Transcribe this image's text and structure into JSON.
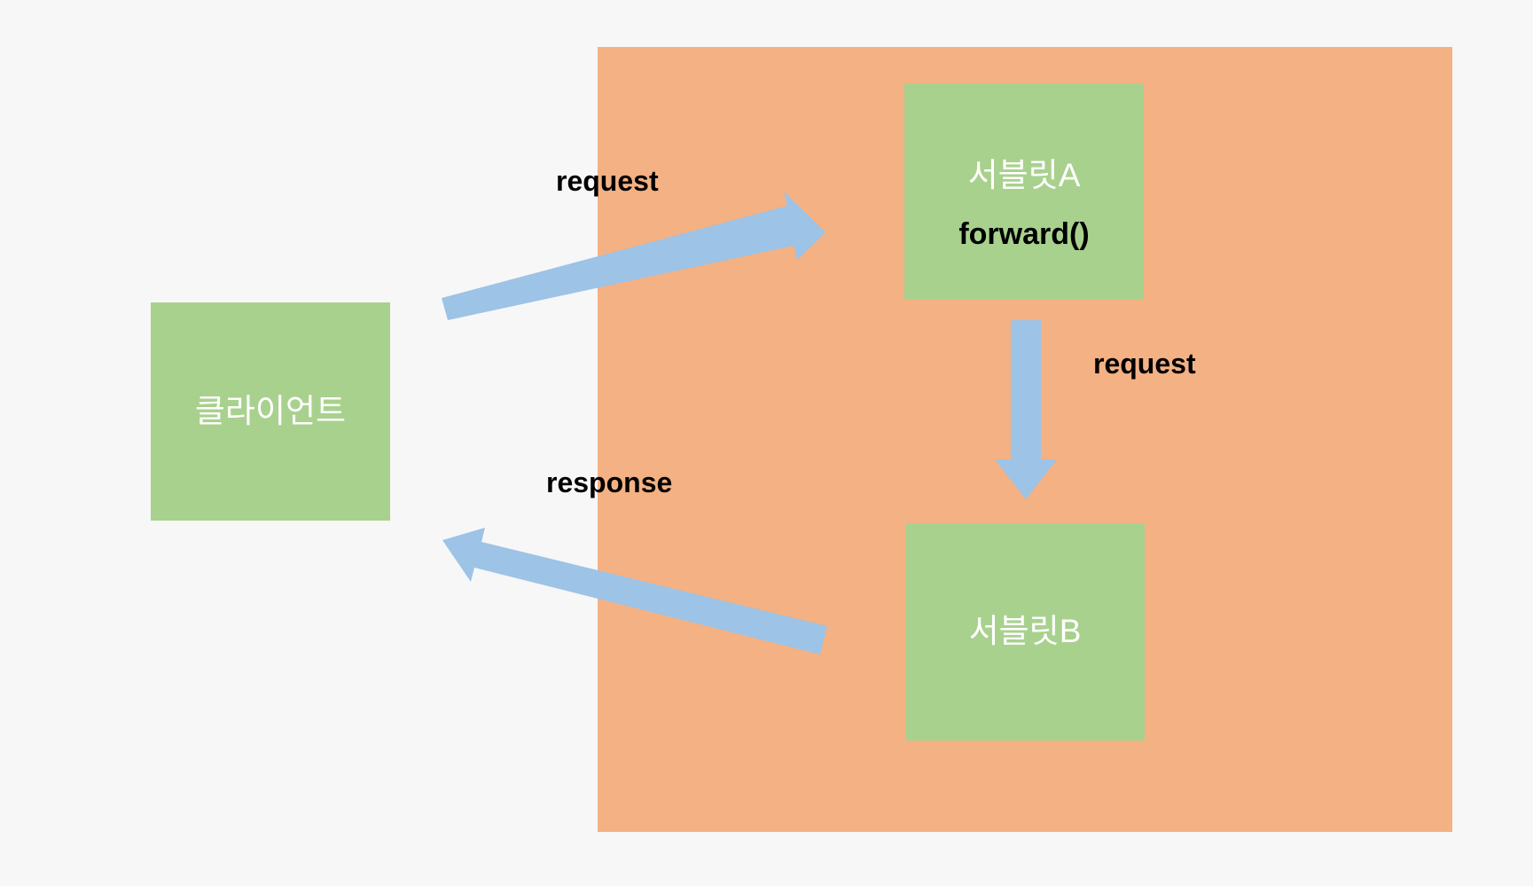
{
  "diagram": {
    "title": "Servlet forward() request/response flow",
    "colors": {
      "page_background": "#f7f7f7",
      "container_panel": "#f4b183",
      "node_fill": "#a9d18e",
      "node_text": "#ffffff",
      "arrow_fill": "#9dc3e6",
      "label_text": "#000000"
    },
    "nodes": [
      {
        "id": "client",
        "label": "클라이언트",
        "sublabel": null
      },
      {
        "id": "servlet-a",
        "label": "서블릿A",
        "sublabel": "forward()"
      },
      {
        "id": "servlet-b",
        "label": "서블릿B",
        "sublabel": null
      }
    ],
    "container": {
      "id": "server-panel",
      "label": null
    },
    "edges": [
      {
        "id": "request-in",
        "label": "request",
        "from": "client",
        "to": "servlet-a",
        "direction": "right-up"
      },
      {
        "id": "request-forward",
        "label": "request",
        "from": "servlet-a",
        "to": "servlet-b",
        "direction": "down"
      },
      {
        "id": "response-out",
        "label": "response",
        "from": "servlet-b",
        "to": "client",
        "direction": "left-up"
      }
    ]
  }
}
